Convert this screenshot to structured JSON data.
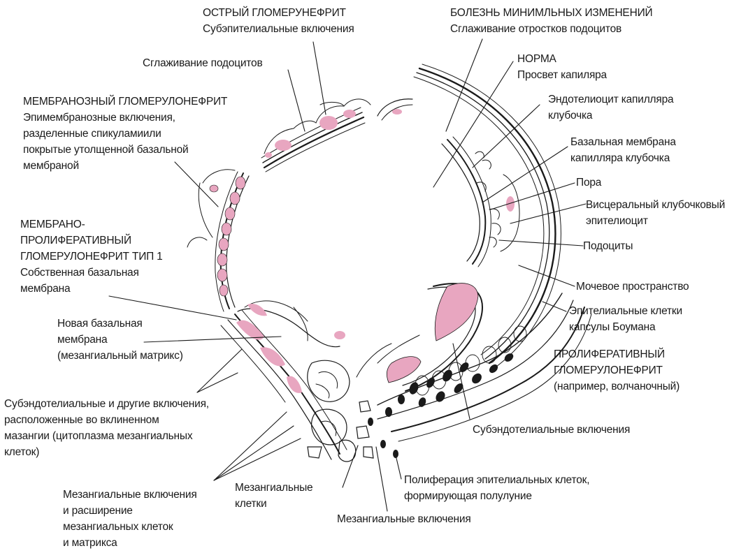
{
  "colors": {
    "pink": "#e8a6c0",
    "ink": "#1a1a1a",
    "background": "#ffffff"
  },
  "labels": {
    "acute_title": "ОСТРЫЙ ГЛОМЕРУНЕФРИТ",
    "acute_sub": "Субэпителиальные включения",
    "minchange_title": "БОЛЕЗНЬ МИНИМЛЬНЫХ ИЗМЕНЕНИЙ",
    "minchange_sub": "Сглаживание отростков подоцитов",
    "smoothing": "Сглаживание подоцитов",
    "norma_title": "НОРМА",
    "norma_lumen": "Просвет капиляра",
    "membranous_title": "МЕМБРАНОЗНЫЙ ГЛОМЕРУЛОНЕФРИТ",
    "membranous_l1": "Эпимембранозные включения,",
    "membranous_l2": "разделенные спикуламиили",
    "membranous_l3": "покрытые утолщенной базальной",
    "membranous_l4": "мембраной",
    "endo_l1": "Эндотелиоцит капилляра",
    "endo_l2": "клубочка",
    "basal_l1": "Базальная мембрана",
    "basal_l2": "капилляра клубочка",
    "pore": "Пора",
    "visceral_l1": "Висцеральный клубочковый",
    "visceral_l2": "эпителиоцит",
    "podocytes": "Подоциты",
    "mpgn_l1": "МЕМБРАНО-",
    "mpgn_l2": "ПРОЛИФЕРАТИВНЫЙ",
    "mpgn_l3": "ГЛОМЕРУЛОНЕФРИТ ТИП 1",
    "own_basal_l1": "Собственная базальная",
    "own_basal_l2": "мембрана",
    "urinary_space": "Мочевое пространство",
    "new_basal_l1": "Новая базальная",
    "new_basal_l2": "мембрана",
    "new_basal_l3": "(мезангиальный матрикс)",
    "bowman_l1": "Эпителиальные клетки",
    "bowman_l2": "капсулы Боумана",
    "prolif_l1": "ПРОЛИФЕРАТИВНЫЙ",
    "prolif_l2": "ГЛОМЕРУЛОНЕФРИТ",
    "prolif_l3": "(например, волчаночный)",
    "subendo_other_l1": "Субэндотелиальные и другие включения,",
    "subendo_other_l2": "расположенные во вклиненном",
    "subendo_other_l3": "мазангии (цитоплазма мезангиальных",
    "subendo_other_l4": "клеток)",
    "subendo": "Субэндотелиальные включения",
    "crescent_l1": "Полиферация эпителиальных клеток,",
    "crescent_l2": "формирующая полулуние",
    "mes_incl_exp_l1": "Мезангиальные включения",
    "mes_incl_exp_l2": "и расширение",
    "mes_incl_exp_l3": "мезангиальных клеток",
    "mes_incl_exp_l4": "и матрикса",
    "mes_cells_l1": "Мезангиальные",
    "mes_cells_l2": "клетки",
    "mes_incl": "Мезангиальные включения"
  }
}
